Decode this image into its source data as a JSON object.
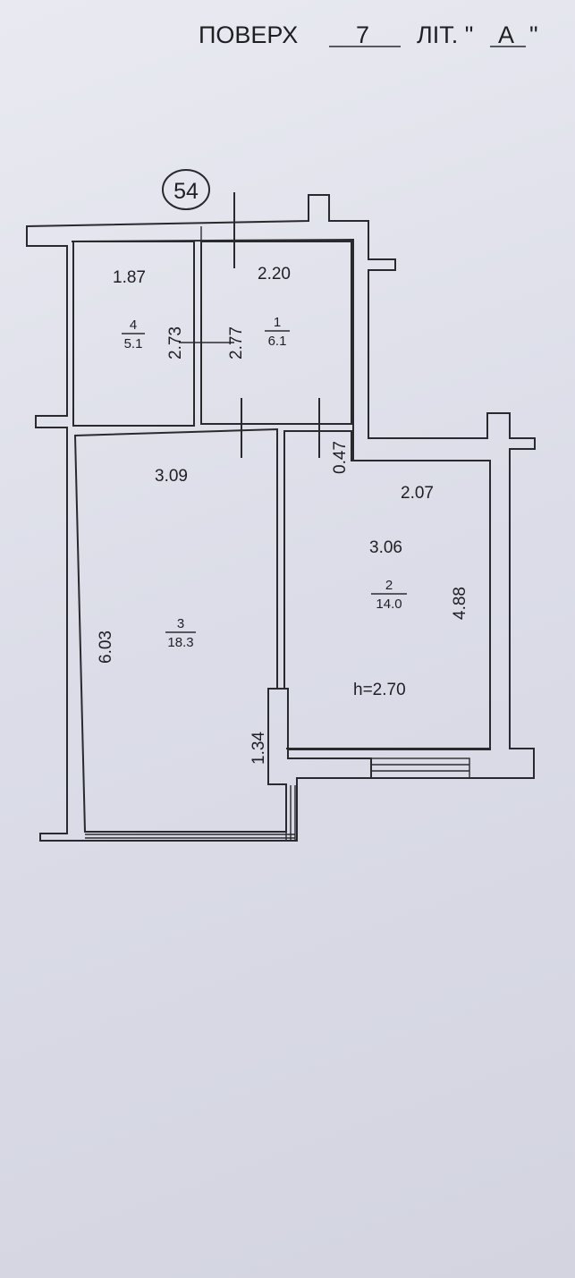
{
  "header": {
    "floor_label": "ПОВЕРХ",
    "floor_value": "7",
    "lit_label": "ЛІТ. \"",
    "lit_value": "А",
    "lit_close": "\""
  },
  "apartment_number": "54",
  "rooms": [
    {
      "id": "4",
      "number": "4",
      "area": "5.1",
      "width": "1.87",
      "depth": "2.73"
    },
    {
      "id": "1",
      "number": "1",
      "area": "6.1",
      "width": "2.20",
      "depth": "2.77"
    },
    {
      "id": "3",
      "number": "3",
      "area": "18.3",
      "width": "3.09",
      "depth": "6.03"
    },
    {
      "id": "2",
      "number": "2",
      "area": "14.0",
      "width": "3.06",
      "depth": "4.88",
      "extra_width": "2.07"
    }
  ],
  "extra_dimensions": {
    "offset_047": "0.47",
    "offset_134": "1.34"
  },
  "ceiling_height": "h=2.70"
}
